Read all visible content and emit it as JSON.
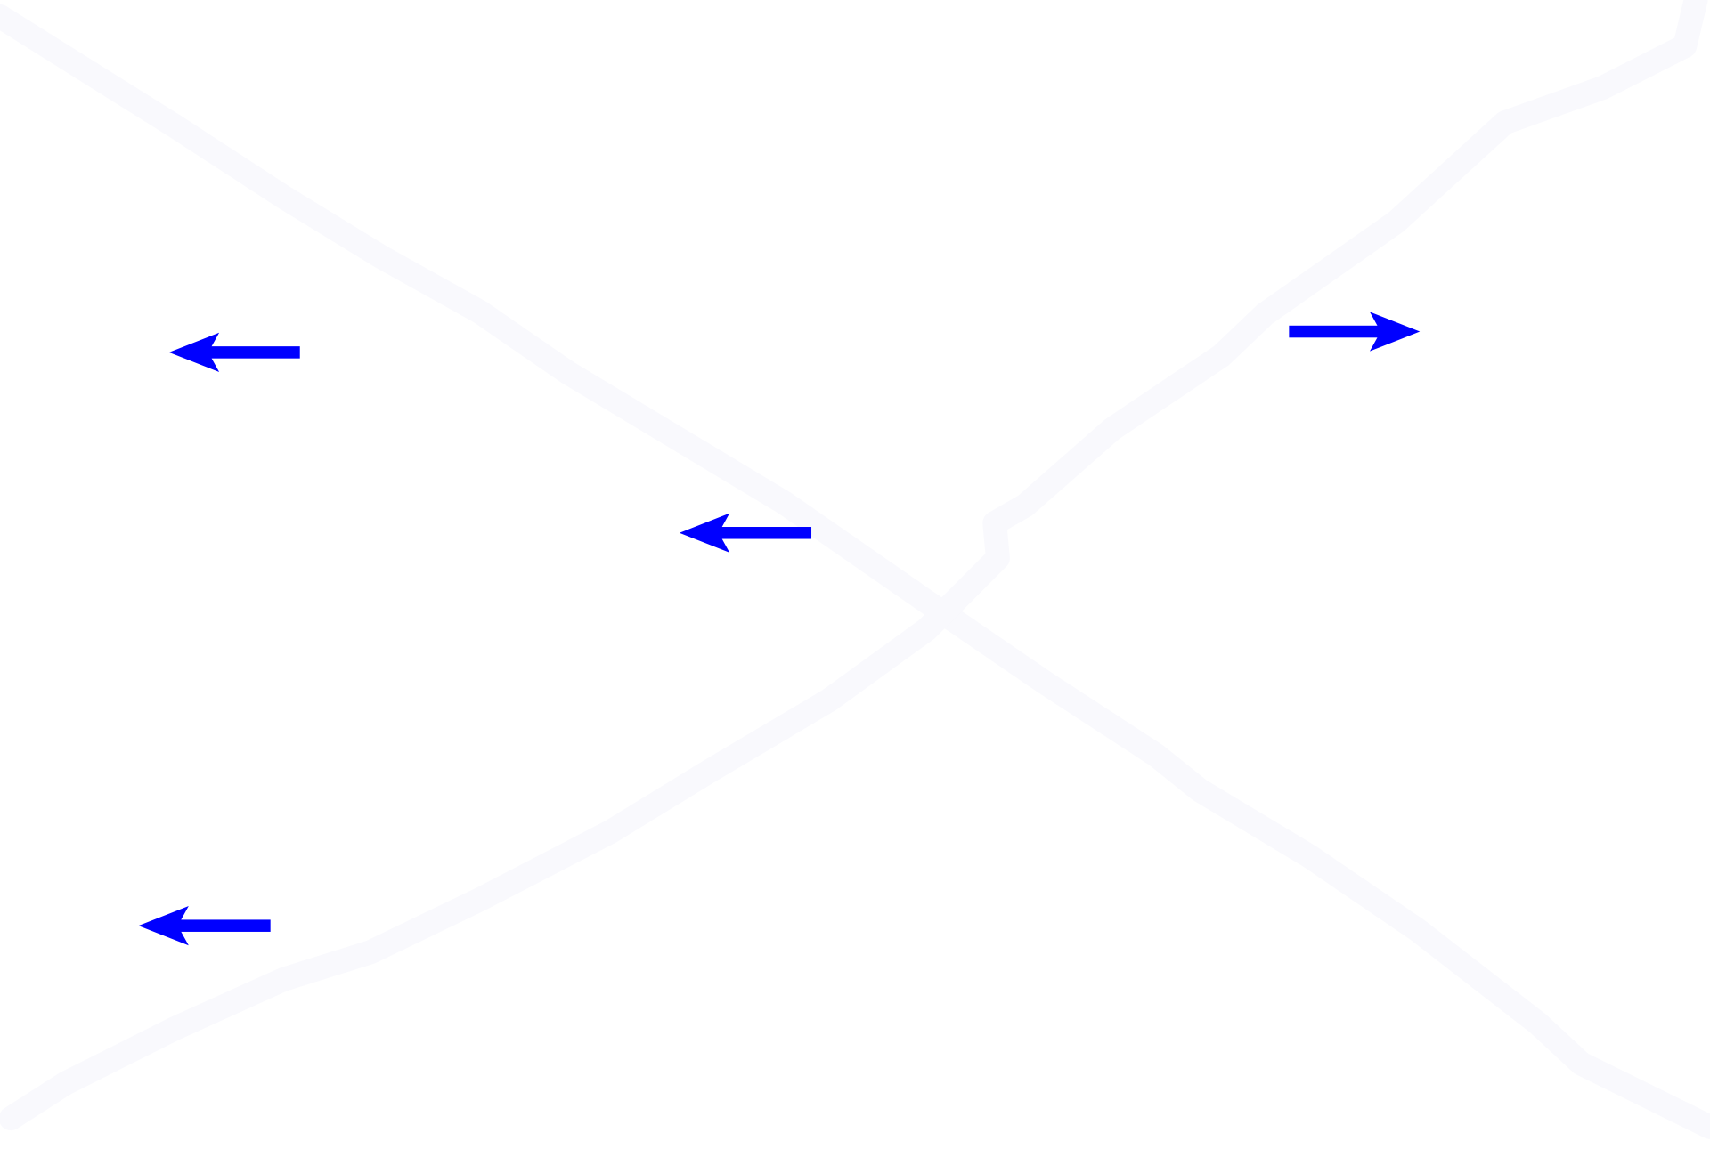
{
  "colors": {
    "background": "#ffffff",
    "curve": "#f8f8fd",
    "arrow": "#0000ff"
  },
  "curves": [
    {
      "id": "descending-curve"
    },
    {
      "id": "ascending-curve"
    }
  ],
  "arrows": [
    {
      "direction": "left"
    },
    {
      "direction": "left"
    },
    {
      "direction": "right"
    },
    {
      "direction": "left"
    }
  ]
}
